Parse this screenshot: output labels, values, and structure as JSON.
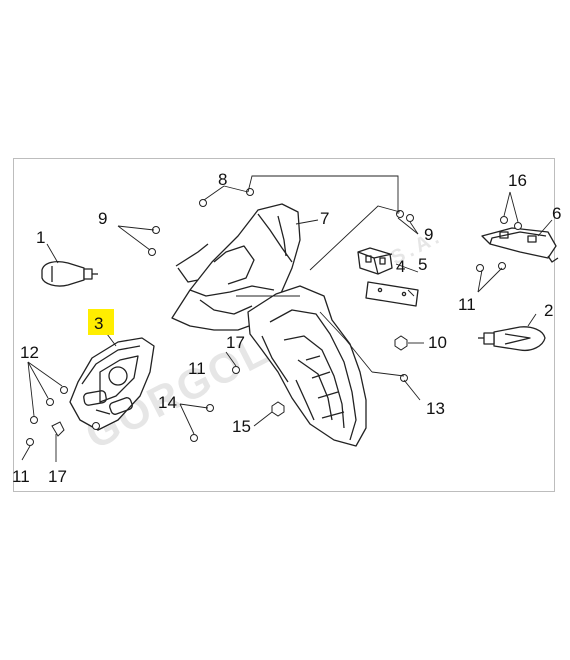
{
  "watermark": {
    "main": "GORGOLIS",
    "suffix": "S.A."
  },
  "labels": {
    "p1": "1",
    "p2": "2",
    "p3": "3",
    "p4": "4",
    "p5": "5",
    "p6": "6",
    "p7": "7",
    "p8": "8",
    "p9a": "9",
    "p9b": "9",
    "p10": "10",
    "p11a": "11",
    "p11b": "11",
    "p11c": "11",
    "p12": "12",
    "p13": "13",
    "p14": "14",
    "p15": "15",
    "p16": "16",
    "p17a": "17",
    "p17b": "17"
  },
  "colors": {
    "highlight": "#ffee00",
    "line": "#222222",
    "frame": "#bdbdbd"
  },
  "highlighted_part": "3"
}
